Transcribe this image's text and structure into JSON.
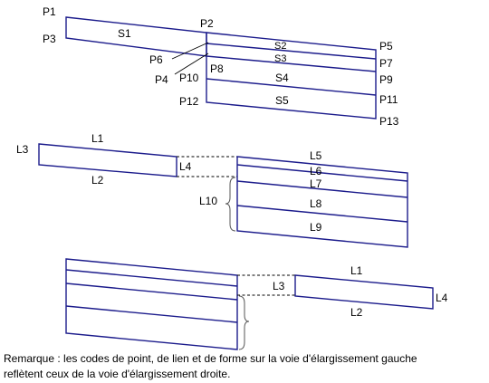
{
  "top": {
    "points": [
      "P1",
      "P2",
      "P3",
      "P4",
      "P5",
      "P6",
      "P7",
      "P8",
      "P9",
      "P10",
      "P11",
      "P12",
      "P13"
    ],
    "shapes": [
      "S1",
      "S2",
      "S3",
      "S4",
      "S5"
    ]
  },
  "middle": {
    "links": [
      "L1",
      "L2",
      "L3",
      "L4",
      "L5",
      "L6",
      "L7",
      "L8",
      "L9",
      "L10"
    ]
  },
  "bottom": {
    "links": [
      "L1",
      "L2",
      "L3",
      "L4"
    ]
  },
  "note": {
    "line1": "Remarque : les codes de point, de lien et de forme sur la voie d'élargissement gauche",
    "line2": "reflètent ceux de la voie d'élargissement droite."
  },
  "colors": {
    "lines": "#1c1c8c",
    "text": "#000000",
    "dashed": "#000000"
  }
}
